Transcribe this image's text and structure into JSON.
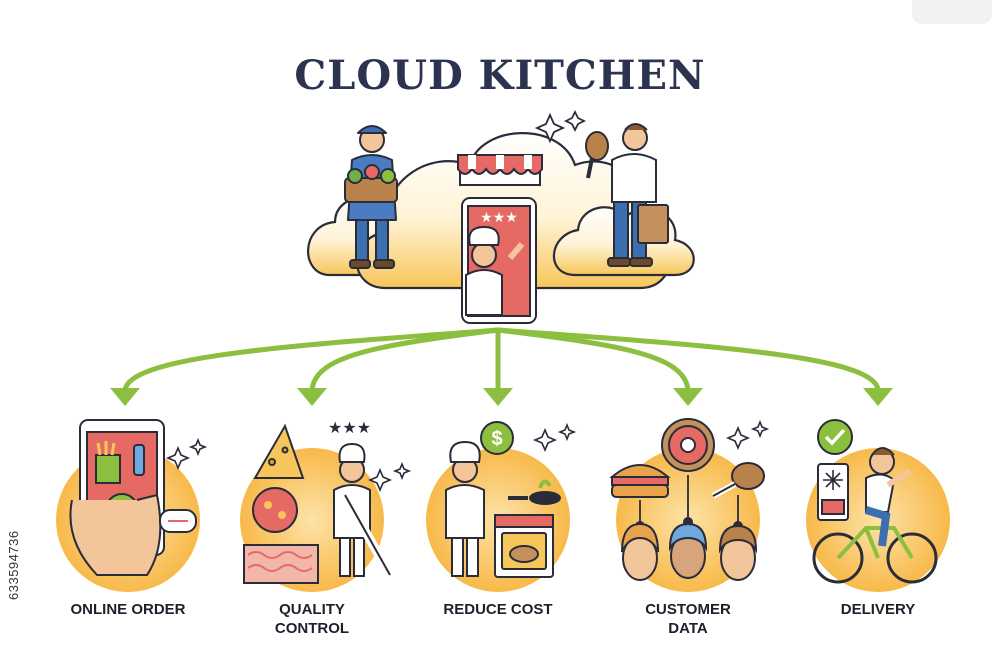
{
  "title": "CLOUD KITCHEN",
  "categories": [
    {
      "key": "online-order",
      "label": "ONLINE ORDER"
    },
    {
      "key": "quality-control",
      "label": "QUALITY\nCONTROL"
    },
    {
      "key": "reduce-cost",
      "label": "REDUCE COST"
    },
    {
      "key": "customer-data",
      "label": "CUSTOMER\nDATA"
    },
    {
      "key": "delivery",
      "label": "DELIVERY"
    }
  ],
  "stock_id": "633594736",
  "colors": {
    "title": "#2c3350",
    "arrow": "#8cbf3f",
    "cloud": "#f7c65a",
    "circle": "#f8b94a",
    "outline": "#2a2c3a",
    "accent_red": "#e46a63"
  }
}
